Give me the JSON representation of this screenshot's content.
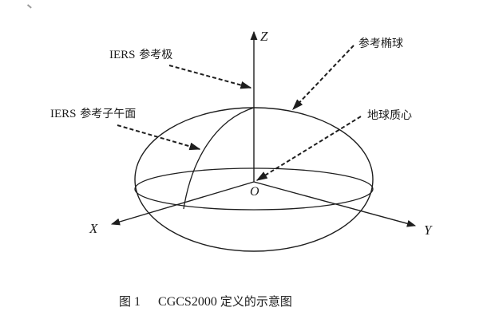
{
  "diagram": {
    "type": "ellipsoid-coordinate-system",
    "axes": {
      "z_label": "Z",
      "x_label": "X",
      "y_label": "Y",
      "origin_label": "O"
    },
    "labels": {
      "iers_pole": {
        "latin": "IERS",
        "cjk": "参考极"
      },
      "iers_meridian": {
        "latin": "IERS",
        "cjk": "参考子午面"
      },
      "ellipsoid": {
        "cjk": "参考椭球"
      },
      "geocenter": {
        "cjk": "地球质心"
      }
    },
    "caption": {
      "fig_word": "图",
      "fig_number": "1",
      "code": "CGCS2000",
      "desc": "定义的示意图"
    },
    "colors": {
      "line": "#1e1e1e",
      "background": "#ffffff"
    }
  }
}
